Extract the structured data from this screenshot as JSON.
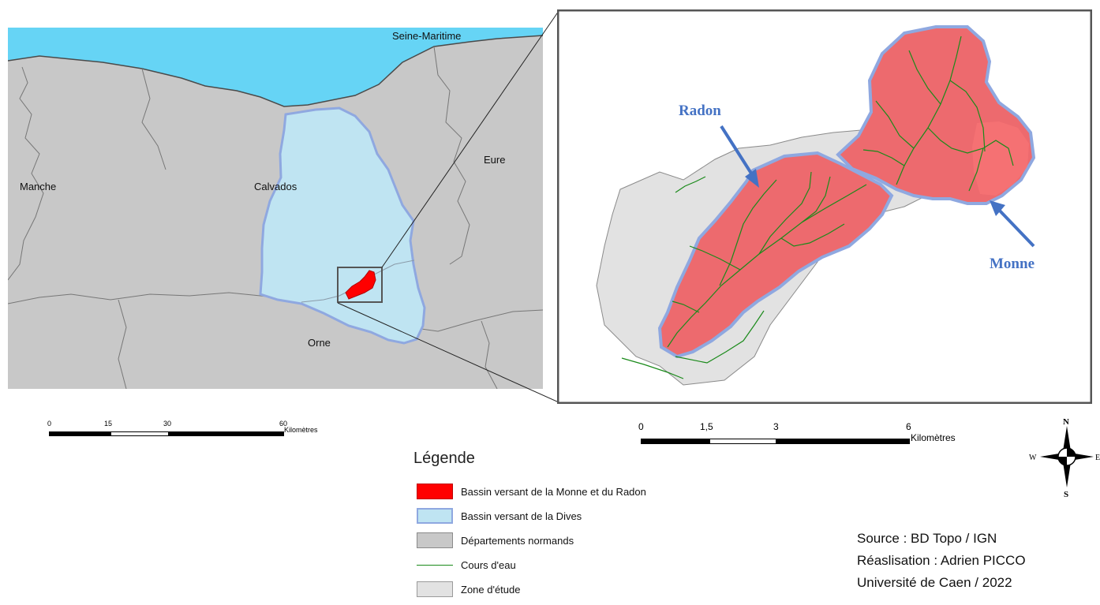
{
  "left_map": {
    "regions": {
      "seine_maritime": "Seine-Maritime",
      "manche": "Manche",
      "calvados": "Calvados",
      "eure": "Eure",
      "orne": "Orne"
    },
    "scale": {
      "ticks": [
        "0",
        "15",
        "30",
        "60"
      ],
      "unit": "Kilomètres"
    }
  },
  "right_map": {
    "labels": {
      "radon": "Radon",
      "monne": "Monne"
    },
    "scale": {
      "ticks": [
        "0",
        "1,5",
        "3",
        "6"
      ],
      "unit": "Kilomètres"
    }
  },
  "compass": {
    "n": "N",
    "s": "S",
    "w": "W",
    "e": "E"
  },
  "legend": {
    "title": "Légende",
    "items": [
      {
        "label": "Bassin versant de la Monne et du Radon",
        "fill": "#ff0000",
        "border": "#c00000"
      },
      {
        "label": "Bassin versant de la Dives",
        "fill": "#bfe4f2",
        "border": "#8fa8e0"
      },
      {
        "label": "Départements normands",
        "fill": "#c8c8c8",
        "border": "#8a8a8a"
      },
      {
        "label": "Cours d'eau",
        "fill": "#1a8a1a",
        "border": "#1a8a1a"
      },
      {
        "label": "Zone d'étude",
        "fill": "#e2e2e2",
        "border": "#9a9a9a"
      }
    ]
  },
  "credits": {
    "source": "Source : BD Topo / IGN",
    "realisation": "Réaslisation : Adrien PICCO",
    "universite": "Université de Caen / 2022"
  },
  "colors": {
    "sea": "#66d4f5",
    "land": "#c8c8c8",
    "dives": "#bfe4f2",
    "dives_border": "#8fa8e0",
    "basin": "#ed6a6e",
    "study_zone": "#e2e2e2",
    "river": "#1a8a1a",
    "arrow": "#4472c4",
    "label_blue": "#4472c4"
  }
}
